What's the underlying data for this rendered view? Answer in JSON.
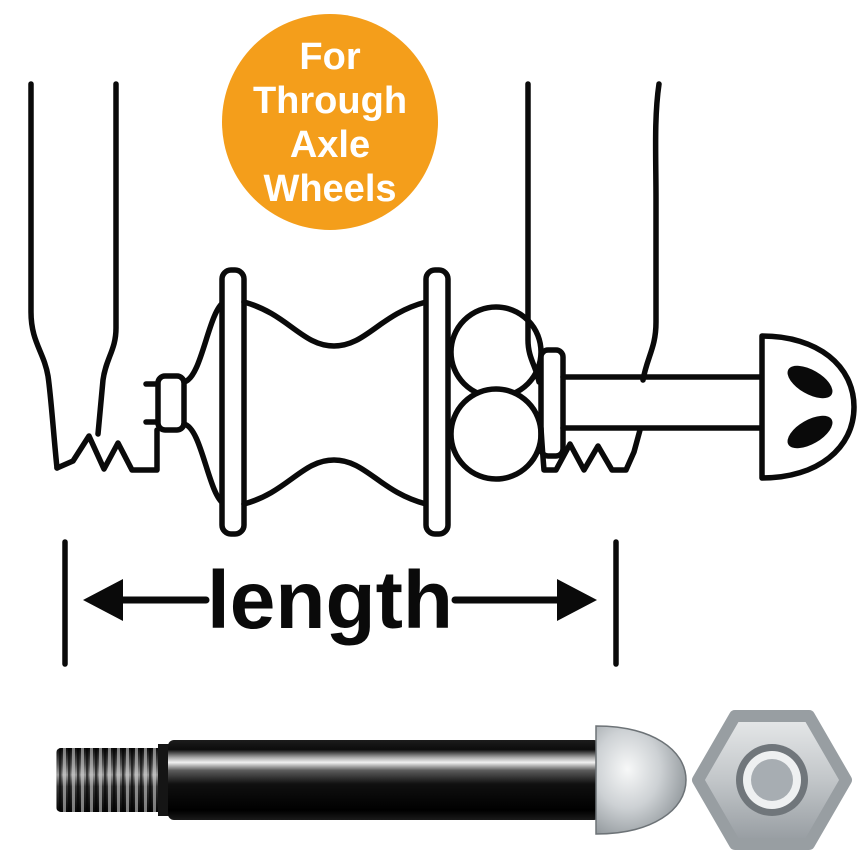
{
  "badge": {
    "lines": [
      "For",
      "Through",
      "Axle",
      "Wheels"
    ],
    "bg_color": "#F49E1B",
    "text_color": "#FFFFFF"
  },
  "measurement": {
    "label": "length"
  },
  "colors": {
    "line": "#0A0A0A",
    "background": "#FFFFFF",
    "axle_black": "#0B0B0B",
    "metal_silver": "#C2C6C9"
  },
  "illustrations": {
    "diagram": "fork-hub-through-axle-cross-section",
    "photo_axle": "through-axle-bolt",
    "photo_nut": "axle-nut"
  }
}
